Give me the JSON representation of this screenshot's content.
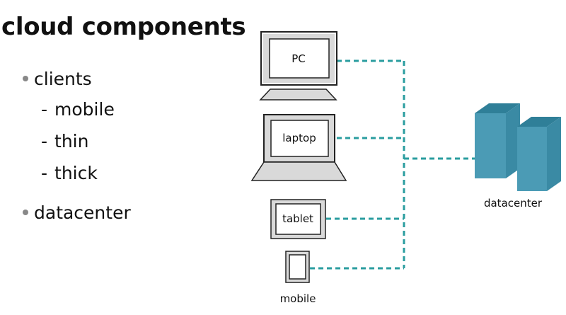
{
  "slide": {
    "title": "cloud components",
    "bullets": {
      "clients": "clients",
      "sub_dash": "-",
      "sub_items": [
        "mobile",
        "thin",
        "thick"
      ],
      "datacenter": "datacenter"
    }
  },
  "diagram": {
    "devices": {
      "pc": "PC",
      "laptop": "laptop",
      "tablet": "tablet",
      "mobile": "mobile"
    },
    "datacenter_label": "datacenter",
    "colors": {
      "connector": "#2a9d9f",
      "server_front": "#4b9bb5",
      "server_top": "#2f7f98",
      "server_side": "#3a8aa4",
      "device_outline": "#222222",
      "device_fill": "#d9d9d9"
    }
  }
}
